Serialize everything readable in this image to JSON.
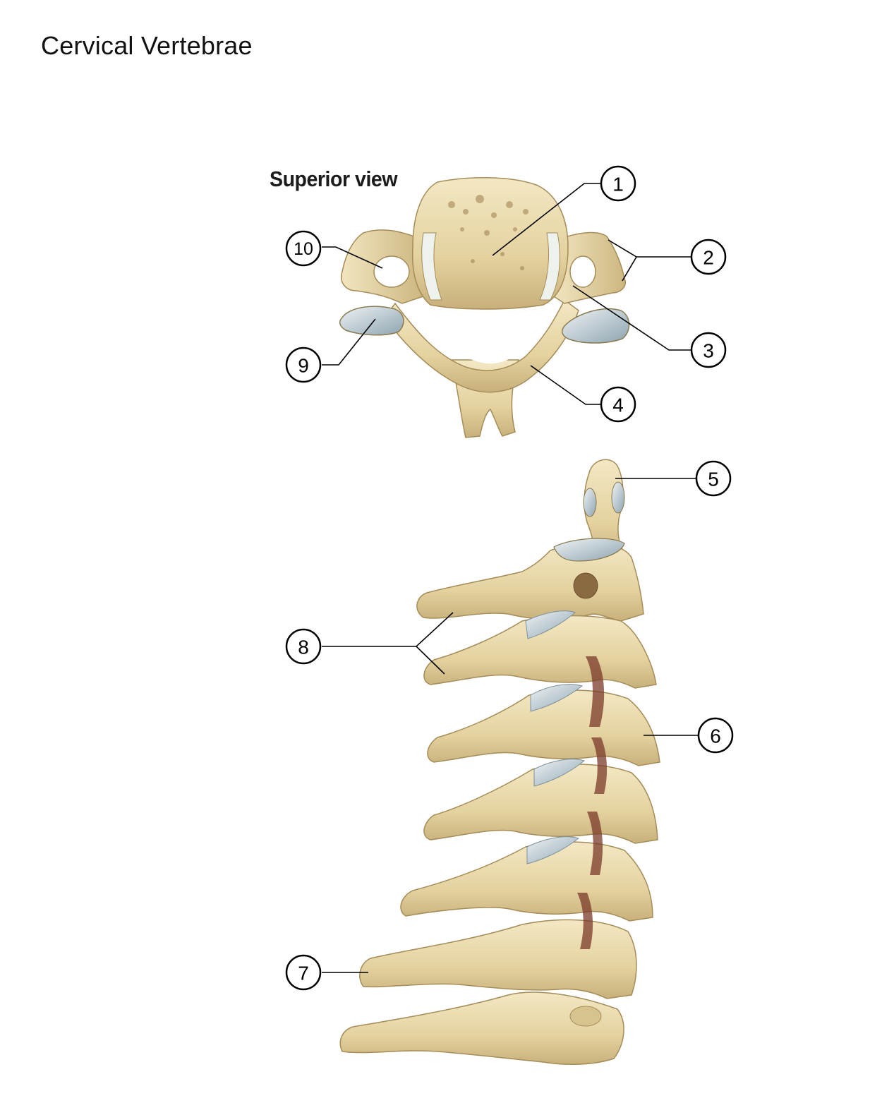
{
  "page": {
    "title": "Cervical Vertebrae"
  },
  "superior_view": {
    "label": "Superior view"
  },
  "callouts": [
    {
      "id": "1",
      "label": "1"
    },
    {
      "id": "2",
      "label": "2"
    },
    {
      "id": "3",
      "label": "3"
    },
    {
      "id": "4",
      "label": "4"
    },
    {
      "id": "5",
      "label": "5"
    },
    {
      "id": "6",
      "label": "6"
    },
    {
      "id": "7",
      "label": "7"
    },
    {
      "id": "8",
      "label": "8"
    },
    {
      "id": "9",
      "label": "9"
    },
    {
      "id": "10",
      "label": "10"
    }
  ],
  "colors": {
    "bone": "#e9d9a8",
    "bone_shade": "#c9b27a",
    "bone_dark": "#9c8452",
    "cartilage": "#b8c8d0",
    "marrow": "#7a3a2a",
    "line": "#000000"
  }
}
